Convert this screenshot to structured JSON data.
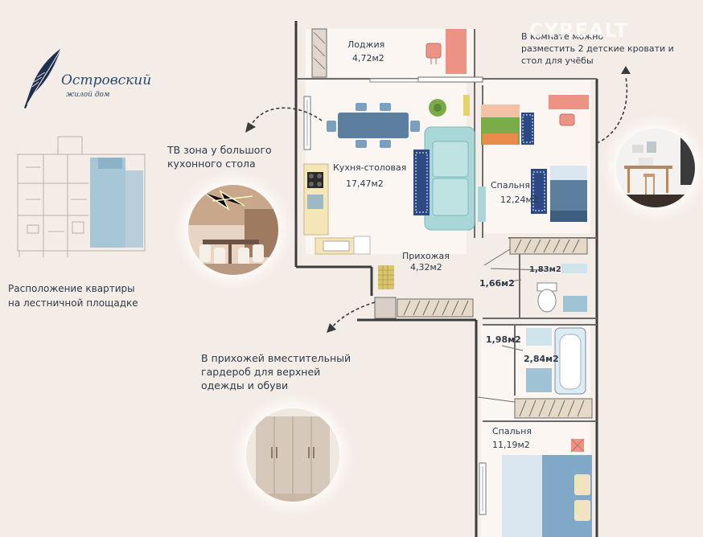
{
  "brand": {
    "name": "Островский",
    "subtitle": "жилой дом"
  },
  "watermark": "CYREALT",
  "location_caption": {
    "line1": "Расположение квартиры",
    "line2": "на лестничной площадке"
  },
  "annotations": {
    "kids_room": {
      "line1": "В комнате можно",
      "line2": "разместить 2 детские кровати и",
      "line3": "стол для учёбы"
    },
    "tv_zone": {
      "line1": "ТВ зона у большого",
      "line2": "кухонного стола"
    },
    "wardrobe": {
      "line1": "В прихожей вместительный",
      "line2": "гардероб для верхней",
      "line3": "одежды и обуви"
    }
  },
  "rooms": {
    "loggia": {
      "name": "Лоджия",
      "area": "4,72м2"
    },
    "kitchen": {
      "name": "Кухня-столовая",
      "area": "17,47м2"
    },
    "bedroom1": {
      "name": "Спальня",
      "area": "12,24м2"
    },
    "hall": {
      "name": "Прихожая",
      "area": "4,32м2"
    },
    "wc": {
      "area": "1,83м2"
    },
    "corridor1": {
      "area": "1,66м2"
    },
    "corridor2": {
      "area": "1,98м2"
    },
    "bath": {
      "area": "2,84м2"
    },
    "bedroom2": {
      "name": "Спальня",
      "area": "11,19м2"
    }
  },
  "colors": {
    "background": "#f4ece6",
    "text": "#2f3a4a",
    "brand": "#2c4a6b",
    "location_highlight": "#9fc2d4",
    "sofa": "#a9d7d8",
    "table": "#5c7fa0",
    "accent_salmon": "#ec9385"
  },
  "icons": [
    "feather-icon",
    "dashed-arrow-icon",
    "floor-plan-icon"
  ]
}
